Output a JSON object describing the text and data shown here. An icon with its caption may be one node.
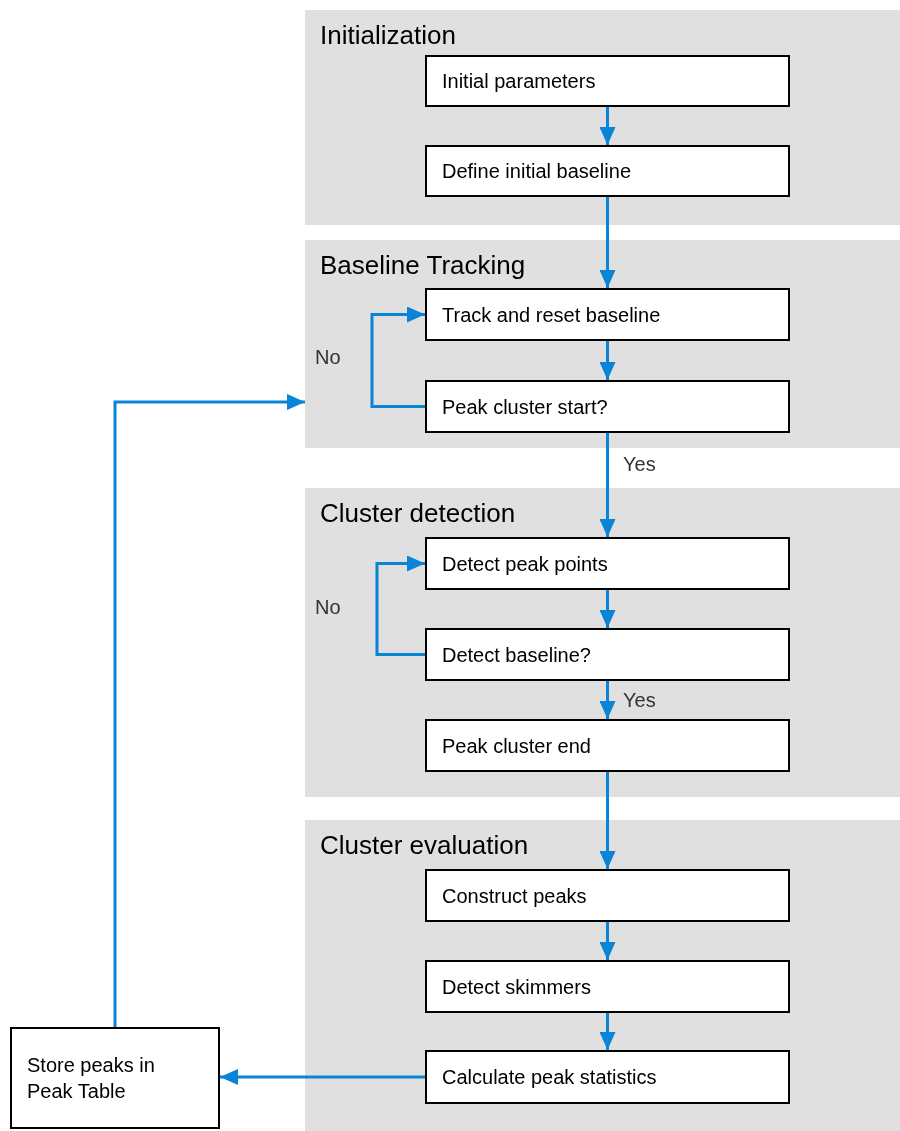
{
  "diagram": {
    "nodes": [
      {
        "text": [
          "Initialization"
        ]
      },
      {
        "text": [
          "Initial parameters"
        ],
        "in": 0
      },
      {
        "text": [
          "Define initial baseline"
        ],
        "in": 0
      },
      {
        "text": [
          "Baseline Tracking"
        ]
      },
      {
        "text": [
          "Track and reset baseline"
        ],
        "in": 3
      },
      {
        "text": [
          "Peak cluster start?"
        ],
        "in": 3
      },
      {
        "text": [
          "Cluster detection"
        ]
      },
      {
        "text": [
          "Detect peak points"
        ],
        "in": 6
      },
      {
        "text": [
          "Detect baseline?"
        ],
        "in": 6
      },
      {
        "text": [
          "Peak cluster end"
        ],
        "in": 6
      },
      {
        "text": [
          "Cluster evaluation"
        ]
      },
      {
        "text": [
          "Construct peaks"
        ],
        "in": 10
      },
      {
        "text": [
          "Detect skimmers"
        ],
        "in": 10
      },
      {
        "text": [
          "Calculate peak statistics"
        ],
        "in": 10
      },
      {
        "text": [
          "Store peaks in Peak Table"
        ]
      }
    ],
    "edges": [
      {
        "from": 1,
        "to": 2,
        "arrow": "to"
      },
      {
        "from": 2,
        "to": 4,
        "arrow": "to"
      },
      {
        "from": 4,
        "to": 5,
        "arrow": "to"
      },
      {
        "from": 5,
        "to": 4,
        "arrow": "to",
        "label": "No"
      },
      {
        "from": 5,
        "to": 7,
        "arrow": "to",
        "label": "Yes"
      },
      {
        "from": 7,
        "to": 8,
        "arrow": "to"
      },
      {
        "from": 8,
        "to": 7,
        "arrow": "to",
        "label": "No"
      },
      {
        "from": 8,
        "to": 9,
        "arrow": "to",
        "label": "Yes"
      },
      {
        "from": 9,
        "to": 11,
        "arrow": "to"
      },
      {
        "from": 11,
        "to": 12,
        "arrow": "to"
      },
      {
        "from": 12,
        "to": 13,
        "arrow": "to"
      },
      {
        "from": 13,
        "to": 14,
        "arrow": "to"
      },
      {
        "from": 14,
        "to": 3,
        "arrow": "to"
      }
    ]
  }
}
